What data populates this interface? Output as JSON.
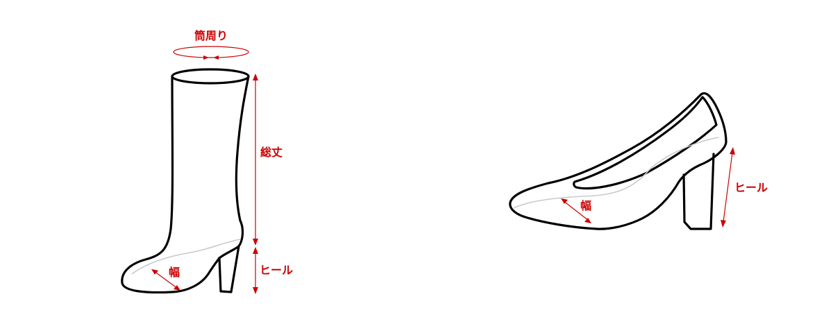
{
  "boot": {
    "circumference_label": "筒周り",
    "length_label": "総丈",
    "heel_label": "ヒール",
    "width_label": "幅"
  },
  "pump": {
    "heel_label": "ヒール",
    "width_label": "幅"
  },
  "colors": {
    "outline": "#000000",
    "measure": "#cc0000",
    "insole": "#c9c9c9"
  }
}
